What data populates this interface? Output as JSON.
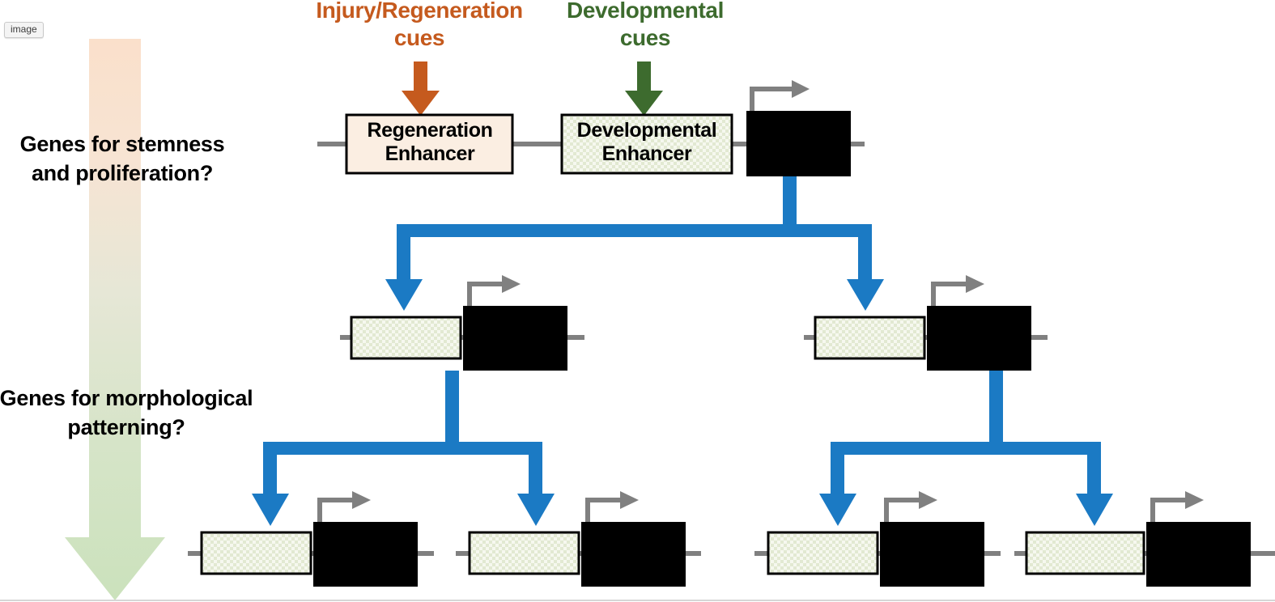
{
  "badge": {
    "label": "image"
  },
  "colors": {
    "injury_cue": "#C55A1E",
    "developmental_cue": "#3D6B2E",
    "connector_blue": "#1B7AC4",
    "dna_line_gray": "#808080",
    "tss_arrow_gray": "#808080",
    "gene_body_black": "#000000",
    "regeneration_enhancer_fill": "#FBEEE2",
    "developmental_enhancer_fill": "#EFF3E6",
    "gradient_top": "#FAE0CB",
    "gradient_bottom": "#CDE3BE"
  },
  "side_labels": {
    "stemness": "Genes for stemness and proliferation?",
    "patterning": "Genes for morphological patterning?"
  },
  "cues": [
    {
      "id": "injury",
      "label": "Injury/Regeneration cues",
      "color": "#C55A1E",
      "arrow": "down-arrow-icon"
    },
    {
      "id": "developmental",
      "label": "Developmental cues",
      "color": "#3D6B2E",
      "arrow": "down-arrow-icon"
    }
  ],
  "tiers": [
    {
      "id": "tier-1",
      "question": "Genes for stemness and proliferation?",
      "genes": [
        {
          "id": "gene-top",
          "enhancers": [
            {
              "id": "regeneration-enhancer",
              "label": "Regeneration Enhancer",
              "fill": "solid-peach"
            },
            {
              "id": "developmental-enhancer",
              "label": "Developmental Enhancer",
              "fill": "checkered-green"
            }
          ],
          "gene_body": {
            "label": "",
            "style": "black-box"
          },
          "tss": "bent-arrow-icon"
        }
      ]
    },
    {
      "id": "tier-2",
      "genes": [
        {
          "id": "gene-2-left",
          "enhancers": [
            {
              "id": "enhancer",
              "label": "",
              "fill": "checkered-green"
            }
          ],
          "gene_body": {
            "label": "",
            "style": "black-box"
          },
          "tss": "bent-arrow-icon"
        },
        {
          "id": "gene-2-right",
          "enhancers": [
            {
              "id": "enhancer",
              "label": "",
              "fill": "checkered-green"
            }
          ],
          "gene_body": {
            "label": "",
            "style": "black-box"
          },
          "tss": "bent-arrow-icon"
        }
      ]
    },
    {
      "id": "tier-3",
      "question": "Genes for morphological patterning?",
      "genes": [
        {
          "id": "gene-3-1",
          "enhancers": [
            {
              "id": "enhancer",
              "label": "",
              "fill": "checkered-green"
            }
          ],
          "gene_body": {
            "label": "",
            "style": "black-box"
          },
          "tss": "bent-arrow-icon"
        },
        {
          "id": "gene-3-2",
          "enhancers": [
            {
              "id": "enhancer",
              "label": "",
              "fill": "checkered-green"
            }
          ],
          "gene_body": {
            "label": "",
            "style": "black-box"
          },
          "tss": "bent-arrow-icon"
        },
        {
          "id": "gene-3-3",
          "enhancers": [
            {
              "id": "enhancer",
              "label": "",
              "fill": "checkered-green"
            }
          ],
          "gene_body": {
            "label": "",
            "style": "black-box"
          },
          "tss": "bent-arrow-icon"
        },
        {
          "id": "gene-3-4",
          "enhancers": [
            {
              "id": "enhancer",
              "label": "",
              "fill": "checkered-green"
            }
          ],
          "gene_body": {
            "label": "",
            "style": "black-box"
          },
          "tss": "bent-arrow-icon"
        }
      ]
    }
  ],
  "gradient_arrow": {
    "id": "hierarchy-gradient-arrow",
    "direction": "down",
    "from_color": "#FAE0CB",
    "to_color": "#CDE3BE"
  }
}
